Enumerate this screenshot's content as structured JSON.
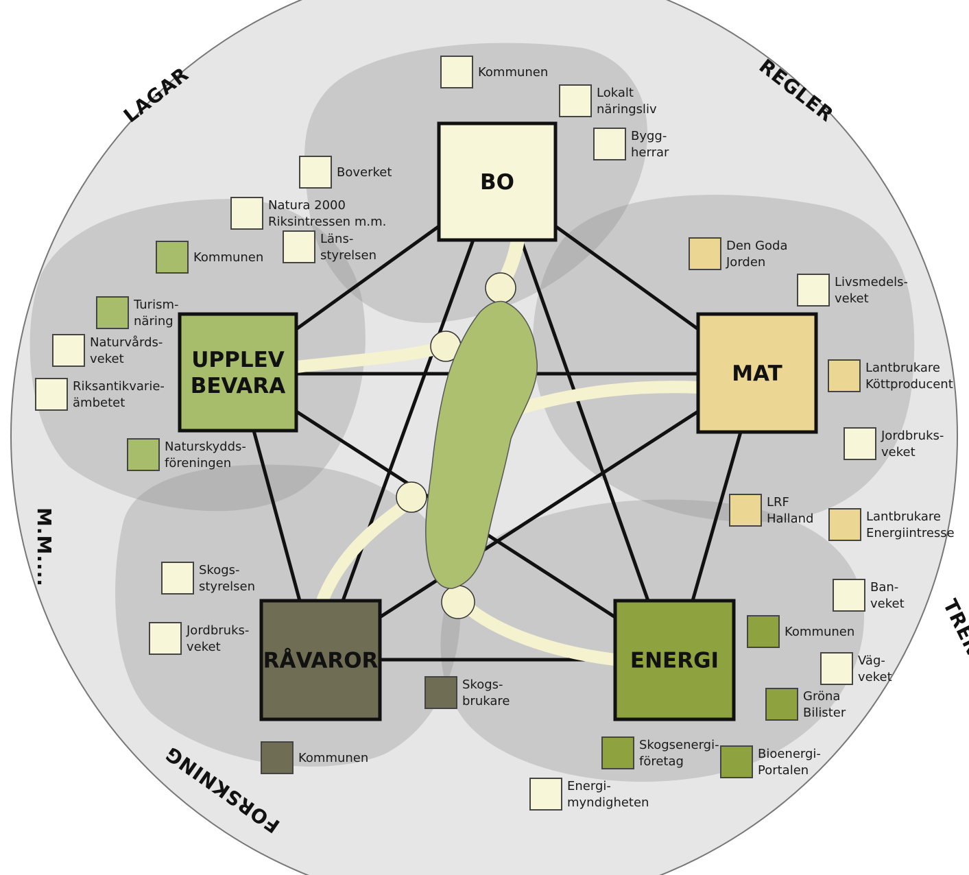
{
  "colors": {
    "outer_circle": "#e6e6e6",
    "blob": "#8c8c8c",
    "pale": "#f7f6d8",
    "beige": "#ecd693",
    "light_green": "#a8bd6b",
    "mid_green": "#8ea23f",
    "dark_olive": "#6f6e54",
    "map_green": "#adc070",
    "arm": "#f4f2cf"
  },
  "ring_labels": {
    "lagar": "LAGAR",
    "regler": "REGLER",
    "trender": "TRENDER OCH OPINION",
    "forskning": "FORSKNING",
    "mm": "M.M...."
  },
  "hubs": {
    "bo": {
      "lines": [
        "BO"
      ],
      "color": "#f7f6d8"
    },
    "upplev": {
      "lines": [
        "UPPLEV",
        "BEVARA"
      ],
      "color": "#a8bd6b"
    },
    "mat": {
      "lines": [
        "MAT"
      ],
      "color": "#ecd693"
    },
    "ravaror": {
      "lines": [
        "RÅVAROR"
      ],
      "color": "#6f6e54"
    },
    "energi": {
      "lines": [
        "ENERGI"
      ],
      "color": "#8ea23f"
    }
  },
  "actors": [
    {
      "id": "bo-kommunen",
      "lines": [
        "Kommunen"
      ],
      "color": "#f7f6d8"
    },
    {
      "id": "bo-lokalt",
      "lines": [
        "Lokalt",
        "näringsliv"
      ],
      "color": "#f7f6d8"
    },
    {
      "id": "bo-byggherrar",
      "lines": [
        "Bygg-",
        "herrar"
      ],
      "color": "#f7f6d8"
    },
    {
      "id": "bo-boverket",
      "lines": [
        "Boverket"
      ],
      "color": "#f7f6d8"
    },
    {
      "id": "bo-natura",
      "lines": [
        "Natura 2000",
        "Riksintressen m.m."
      ],
      "color": "#f7f6d8"
    },
    {
      "id": "bo-lansstyrelsen",
      "lines": [
        "Läns-",
        "styrelsen"
      ],
      "color": "#f7f6d8"
    },
    {
      "id": "up-kommunen",
      "lines": [
        "Kommunen"
      ],
      "color": "#a8bd6b"
    },
    {
      "id": "up-turism",
      "lines": [
        "Turism-",
        "näring"
      ],
      "color": "#a8bd6b"
    },
    {
      "id": "up-naturvard",
      "lines": [
        "Naturvårds-",
        "veket"
      ],
      "color": "#f7f6d8"
    },
    {
      "id": "up-riksantikvarie",
      "lines": [
        "Riksantikvarie-",
        "ämbetet"
      ],
      "color": "#f7f6d8"
    },
    {
      "id": "up-naturskydd",
      "lines": [
        "Naturskydds-",
        "föreningen"
      ],
      "color": "#a8bd6b"
    },
    {
      "id": "mat-godajorden",
      "lines": [
        "Den Goda",
        "Jorden"
      ],
      "color": "#ecd693"
    },
    {
      "id": "mat-livsmedel",
      "lines": [
        "Livsmedels-",
        "veket"
      ],
      "color": "#f7f6d8"
    },
    {
      "id": "mat-kott",
      "lines": [
        "Lantbrukare",
        "Köttproducent"
      ],
      "color": "#ecd693"
    },
    {
      "id": "mat-jordbruk",
      "lines": [
        "Jordbruks-",
        "veket"
      ],
      "color": "#f7f6d8"
    },
    {
      "id": "mat-lrf",
      "lines": [
        "LRF",
        "Halland"
      ],
      "color": "#ecd693"
    },
    {
      "id": "mat-energiintresse",
      "lines": [
        "Lantbrukare",
        "Energiintresse"
      ],
      "color": "#ecd693"
    },
    {
      "id": "ra-skogsstyrelsen",
      "lines": [
        "Skogs-",
        "styrelsen"
      ],
      "color": "#f7f6d8"
    },
    {
      "id": "ra-jordbruk",
      "lines": [
        "Jordbruks-",
        "veket"
      ],
      "color": "#f7f6d8"
    },
    {
      "id": "ra-skogsbrukare",
      "lines": [
        "Skogs-",
        "brukare"
      ],
      "color": "#6f6e54"
    },
    {
      "id": "ra-kommunen",
      "lines": [
        "Kommunen"
      ],
      "color": "#6f6e54"
    },
    {
      "id": "en-banveket",
      "lines": [
        "Ban-",
        "veket"
      ],
      "color": "#f7f6d8"
    },
    {
      "id": "en-kommunen",
      "lines": [
        "Kommunen"
      ],
      "color": "#8ea23f"
    },
    {
      "id": "en-vagveket",
      "lines": [
        "Väg-",
        "veket"
      ],
      "color": "#f7f6d8"
    },
    {
      "id": "en-grona",
      "lines": [
        "Gröna",
        "Bilister"
      ],
      "color": "#8ea23f"
    },
    {
      "id": "en-skogsenergi",
      "lines": [
        "Skogsenergi-",
        "företag"
      ],
      "color": "#8ea23f"
    },
    {
      "id": "en-bioenergi",
      "lines": [
        "Bioenergi-",
        "Portalen"
      ],
      "color": "#8ea23f"
    },
    {
      "id": "en-energimyndigheten",
      "lines": [
        "Energi-",
        "myndigheten"
      ],
      "color": "#f7f6d8"
    }
  ]
}
